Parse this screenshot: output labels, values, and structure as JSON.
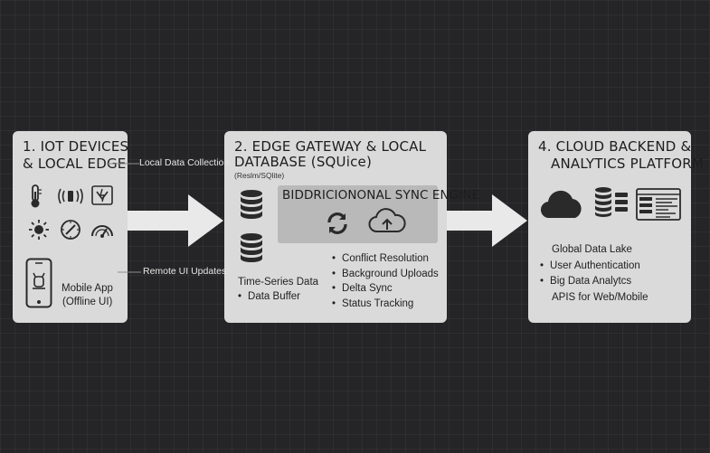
{
  "panels": {
    "iot": {
      "title_line1": "1. IOT DEVICES",
      "title_line2": "& LOCAL EDGE",
      "icons": [
        "thermometer-icon",
        "vibration-sensor-icon",
        "power-meter-icon",
        "sun-icon",
        "compass-gauge-icon",
        "speedometer-icon",
        "smartphone-icon"
      ],
      "mobile_line1": "Mobile App",
      "mobile_line2": "(Offline UI)"
    },
    "edge": {
      "title_line1": "2. EDGE GATEWAY & LOCAL",
      "title_line2": "DATABASE (SQUice)",
      "subtitle": "(Reslm/SQlite)",
      "sync_title": "BIDDRICIONONAL SYNC ENGINE",
      "icons": [
        "database-icon",
        "sync-arrows-icon",
        "cloud-upload-icon"
      ],
      "ts_label": "Time-Series Data",
      "buffer_label": "Data Buffer",
      "features": [
        "Conflict Resolution",
        "Background Uploads",
        "Delta Sync",
        "Status Tracking"
      ]
    },
    "cloud": {
      "title_line1": "4. CLOUD BACKEND &",
      "title_line2": "ANALYTICS PLATFORM",
      "icons": [
        "cloud-icon",
        "database-icon",
        "dashboard-icon"
      ],
      "items": [
        "Global Data Lake",
        "User Authentication",
        "Big Data Analytcs",
        "APIS for Web/Mobile"
      ]
    }
  },
  "connectors": {
    "local_collection": "Local Data Collection",
    "remote_updates": "Remote UI Updates"
  },
  "colors": {
    "background": "#252527",
    "panel": "#dadada",
    "sync_box": "#b9b9b9",
    "arrow": "#e9e9e9"
  }
}
